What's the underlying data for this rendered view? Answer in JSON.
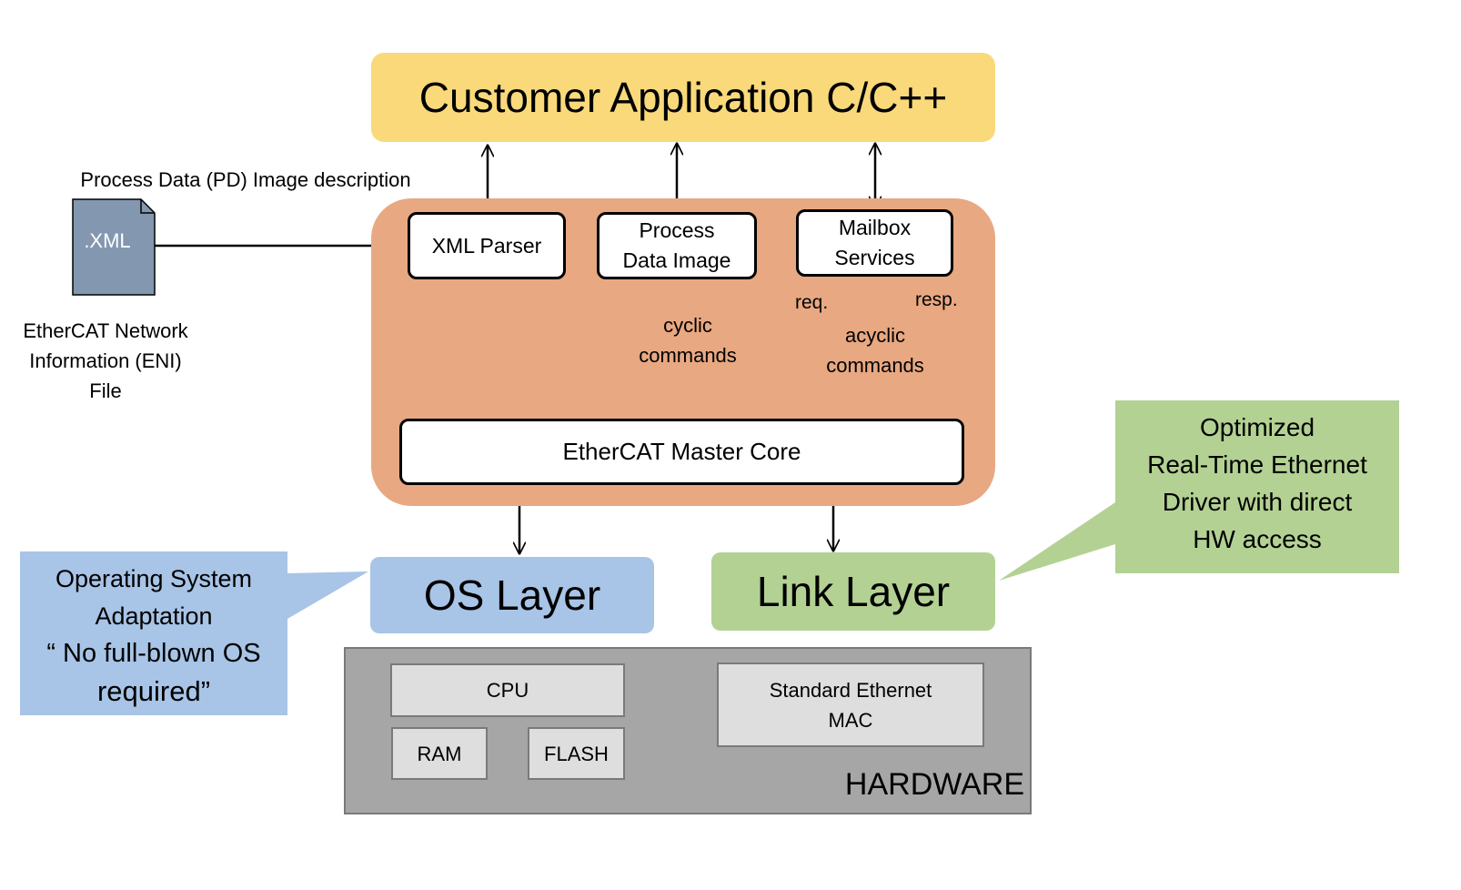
{
  "application": {
    "title": "Customer Application C/C++",
    "color": "#f9d97a"
  },
  "xml_file": {
    "icon": "xml-document-icon",
    "label": ".XML",
    "pd_description": "Process Data (PD) Image description",
    "eni_lines": [
      "EtherCAT Network",
      "Information (ENI)",
      "File"
    ]
  },
  "master": {
    "color": "#e8a882",
    "xml_parser": "XML Parser",
    "process_data_image": [
      "Process",
      "Data Image"
    ],
    "mailbox_services": [
      "Mailbox",
      "Services"
    ],
    "cyclic_commands": [
      "cyclic",
      "commands"
    ],
    "acyclic_commands": [
      "acyclic",
      "commands"
    ],
    "req": "req.",
    "resp": "resp.",
    "core": "EtherCAT Master Core"
  },
  "os_layer": {
    "title": "OS Layer",
    "color": "#a8c4e6",
    "callout": [
      "Operating System",
      "Adaptation",
      "“ No full-blown OS",
      "required”"
    ]
  },
  "link_layer": {
    "title": "Link Layer",
    "color": "#b3d193",
    "callout": [
      "Optimized",
      "Real-Time Ethernet",
      "Driver with direct",
      "HW access"
    ]
  },
  "hardware": {
    "label": "HARDWARE",
    "cpu": "CPU",
    "ram": "RAM",
    "flash": "FLASH",
    "mac": [
      "Standard Ethernet",
      "MAC"
    ]
  }
}
